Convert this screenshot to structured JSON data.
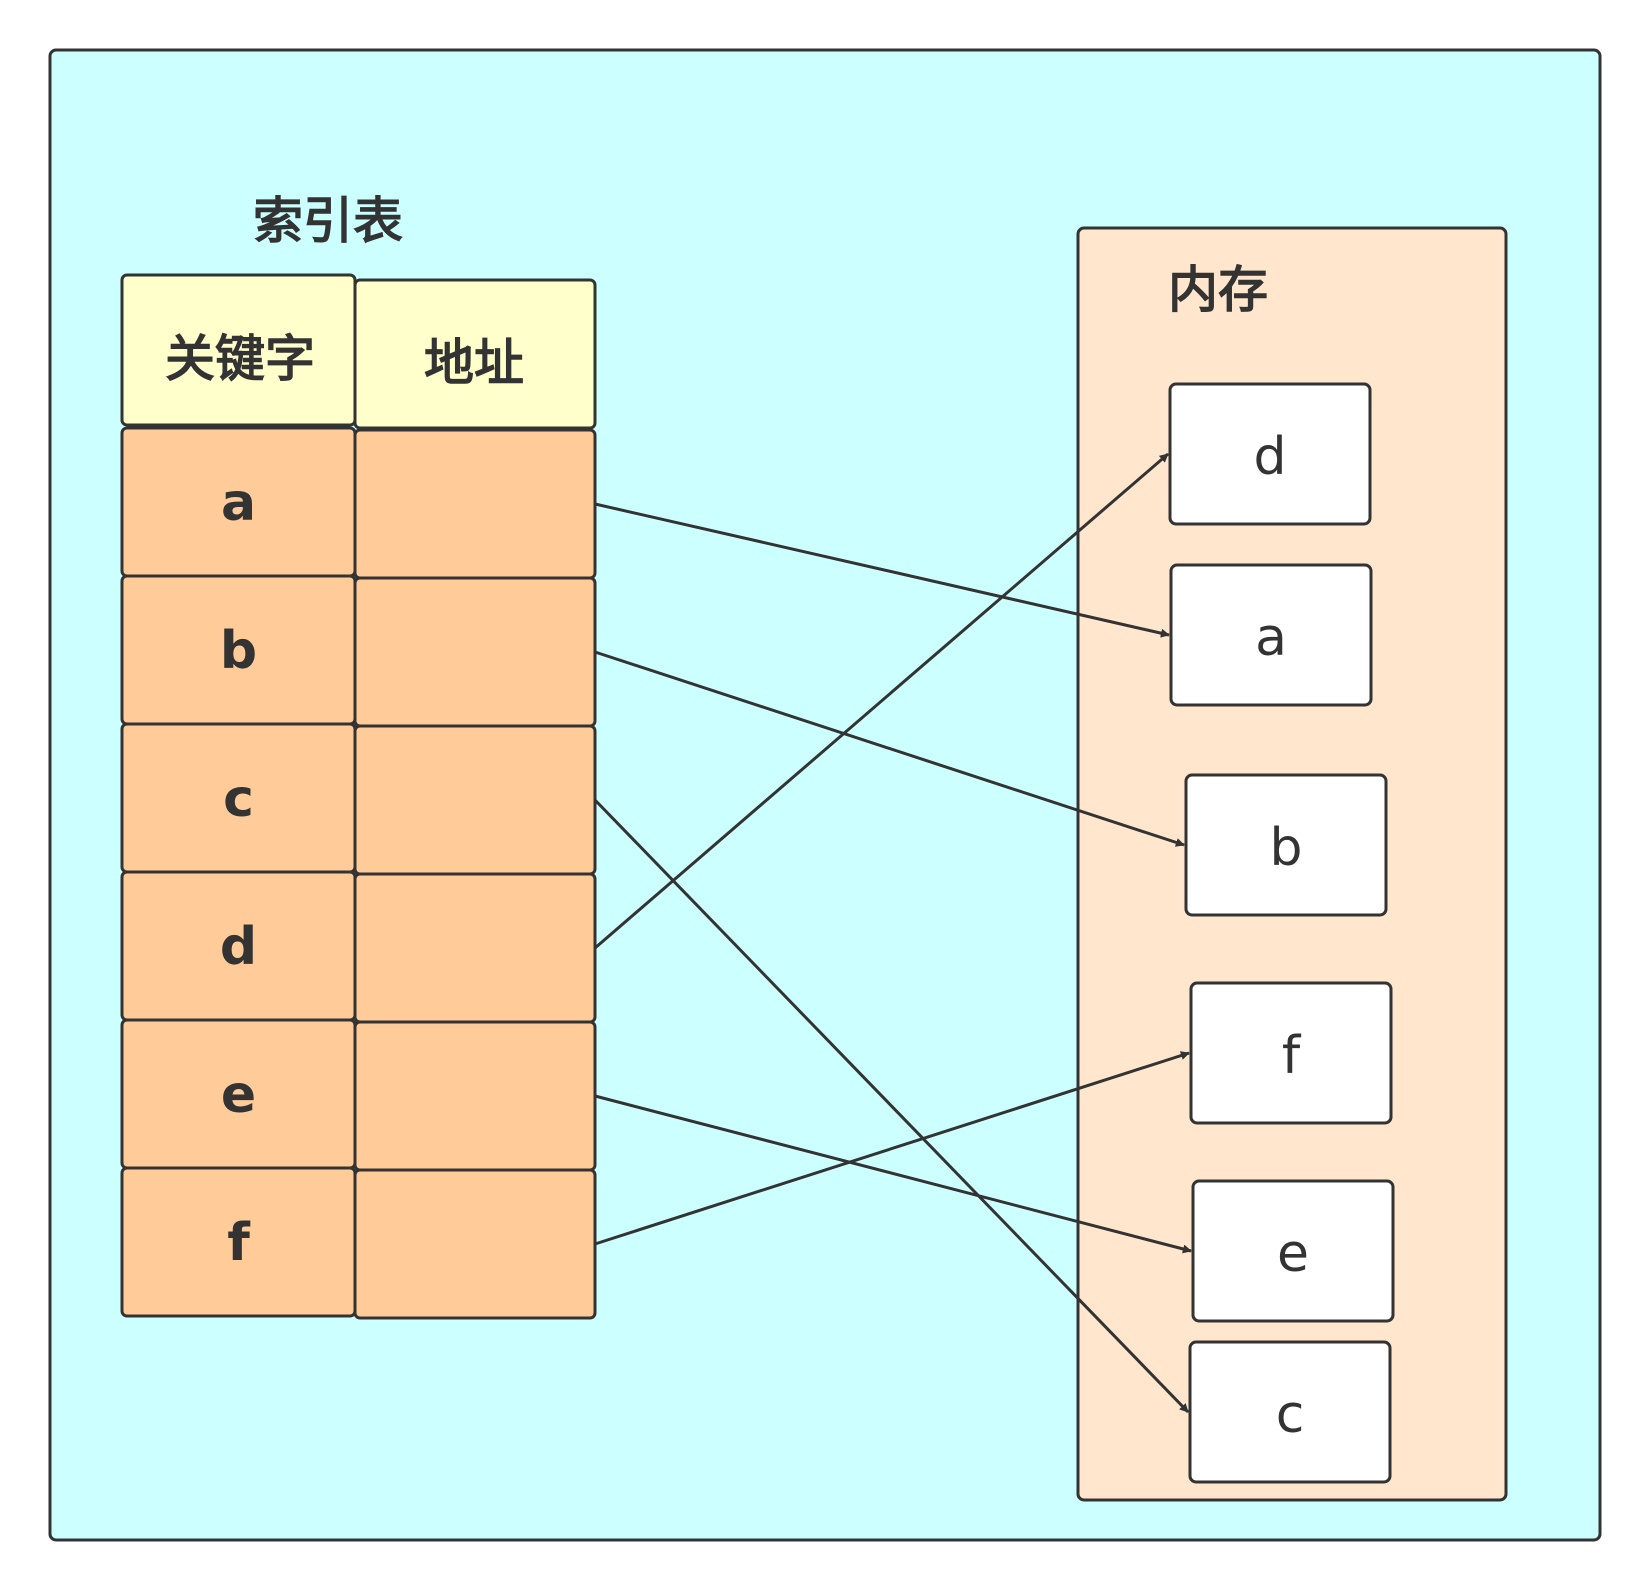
{
  "index_table": {
    "title": "索引表",
    "headers": {
      "key": "关键字",
      "address": "地址"
    },
    "keys": [
      "a",
      "b",
      "c",
      "d",
      "e",
      "f"
    ]
  },
  "memory": {
    "title": "内存",
    "blocks": [
      "d",
      "a",
      "b",
      "f",
      "e",
      "c"
    ]
  },
  "pointers": [
    {
      "from": "a",
      "to": "a"
    },
    {
      "from": "b",
      "to": "b"
    },
    {
      "from": "c",
      "to": "c"
    },
    {
      "from": "d",
      "to": "d"
    },
    {
      "from": "e",
      "to": "e"
    },
    {
      "from": "f",
      "to": "f"
    }
  ],
  "colors": {
    "background": "#ccffff",
    "memory_panel": "#ffe6cc",
    "table_header": "#ffffcc",
    "table_row": "#ffcc99",
    "memory_block": "#ffffff",
    "stroke": "#333333"
  }
}
